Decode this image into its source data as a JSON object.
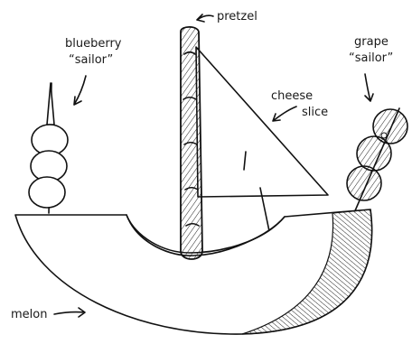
{
  "labels": {
    "pretzel": "pretzel",
    "blueberry_line1": "blueberry",
    "blueberry_line2": "“sailor”",
    "grape_line1": "grape",
    "grape_line2": "“sailor”",
    "cheese_line1": "cheese",
    "cheese_line2": "slice",
    "melon": "melon"
  },
  "colors": {
    "ink": "#111111",
    "paper": "#ffffff"
  }
}
